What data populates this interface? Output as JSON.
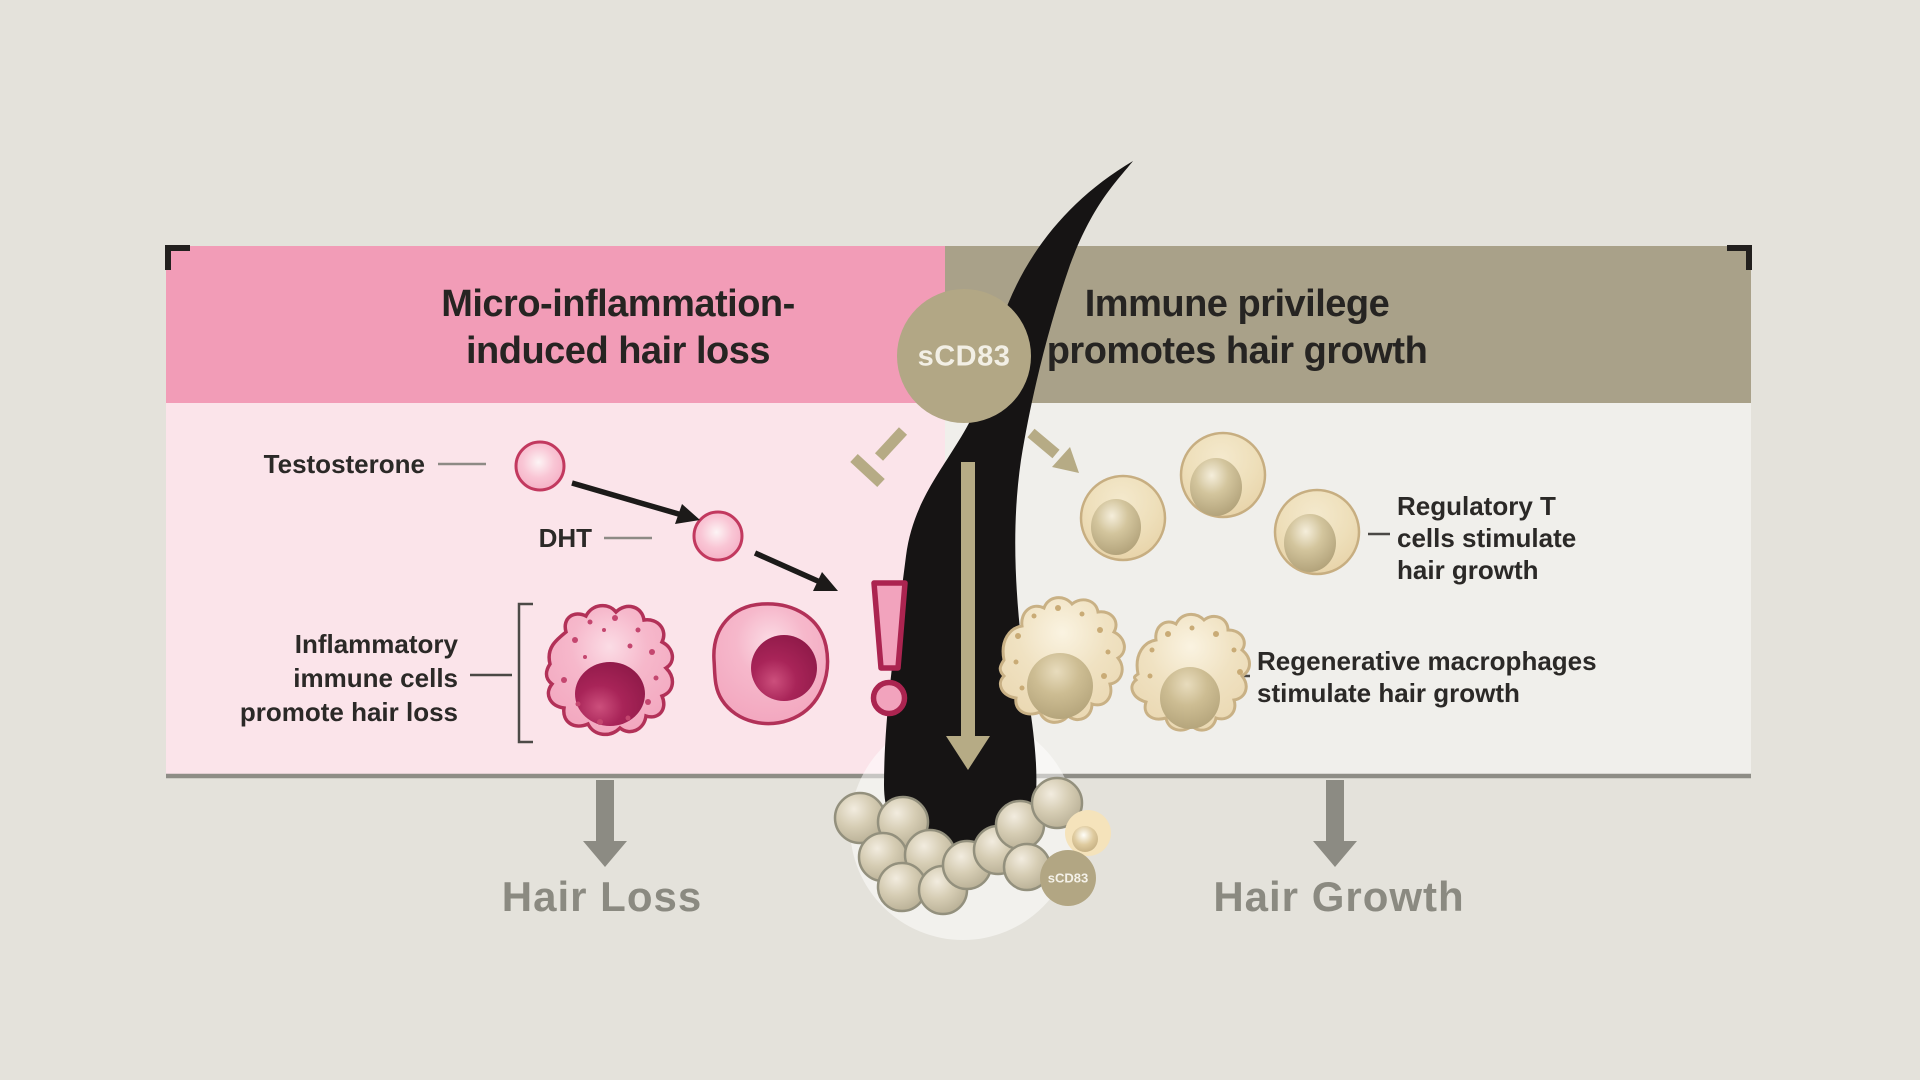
{
  "colors": {
    "background": "#e4e2db",
    "pink_header": "#f29cb7",
    "pink_panel": "#fbe4ea",
    "olive_header": "#a9a189",
    "gray_panel": "#f0efeb",
    "tan_accent": "#b6ab85",
    "hair_black": "#161414",
    "magenta_outline": "#ab2450",
    "gray_text": "#8b8a81",
    "dark_text": "#262422"
  },
  "panels": {
    "left": {
      "title_line1": "Micro-inflammation-",
      "title_line2": "induced hair loss"
    },
    "right": {
      "title_line1": "Immune privilege",
      "title_line2": "promotes hair growth"
    }
  },
  "molecule": {
    "label": "sCD83",
    "small_label": "sCD83"
  },
  "left_panel": {
    "testosterone_label": "Testosterone",
    "dht_label": "DHT",
    "caption": [
      "Inflammatory",
      "immune cells",
      "promote hair loss"
    ]
  },
  "right_panel": {
    "treg_caption": [
      "Regulatory T",
      "cells stimulate",
      "hair growth"
    ],
    "macrophage_caption": [
      "Regenerative macrophages",
      "stimulate hair growth"
    ]
  },
  "outcomes": {
    "left": "Hair Loss",
    "right": "Hair Growth"
  }
}
